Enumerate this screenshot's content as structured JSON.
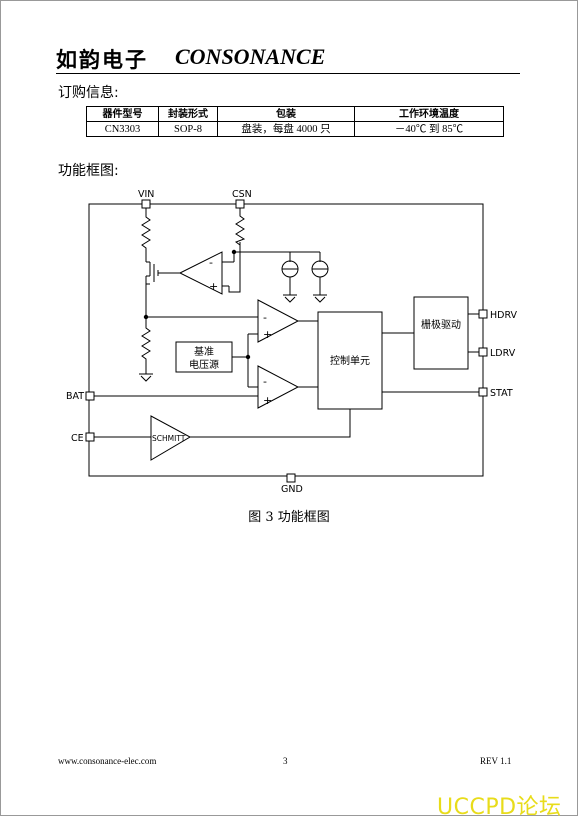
{
  "header": {
    "brand_cn": "如韵电子",
    "brand_en": "CONSONANCE"
  },
  "ordering": {
    "title": "订购信息:",
    "columns": [
      "器件型号",
      "封装形式",
      "包装",
      "工作环境温度"
    ],
    "rows": [
      [
        "CN3303",
        "SOP-8",
        "盘装，每盘 4000 只",
        "－40℃  到  85℃"
      ]
    ]
  },
  "block_diagram": {
    "title": "功能框图:",
    "pins": {
      "vin": "VIN",
      "csn": "CSN",
      "bat": "BAT",
      "ce": "CE",
      "hdrv": "HDRV",
      "ldrv": "LDRV",
      "stat": "STAT",
      "gnd": "GND"
    },
    "blocks": {
      "reference_line1": "基准",
      "reference_line2": "电压源",
      "control_unit": "控制单元",
      "gate_driver": "栅极驱动",
      "schmitt": "SCHMITT"
    },
    "signs": {
      "minus": "-",
      "plus": "+"
    },
    "caption": "图 3  功能框图"
  },
  "footer": {
    "website": "www.consonance-elec.com",
    "page_number": "3",
    "revision": "REV 1.1"
  },
  "watermark": "UCCPD论坛"
}
